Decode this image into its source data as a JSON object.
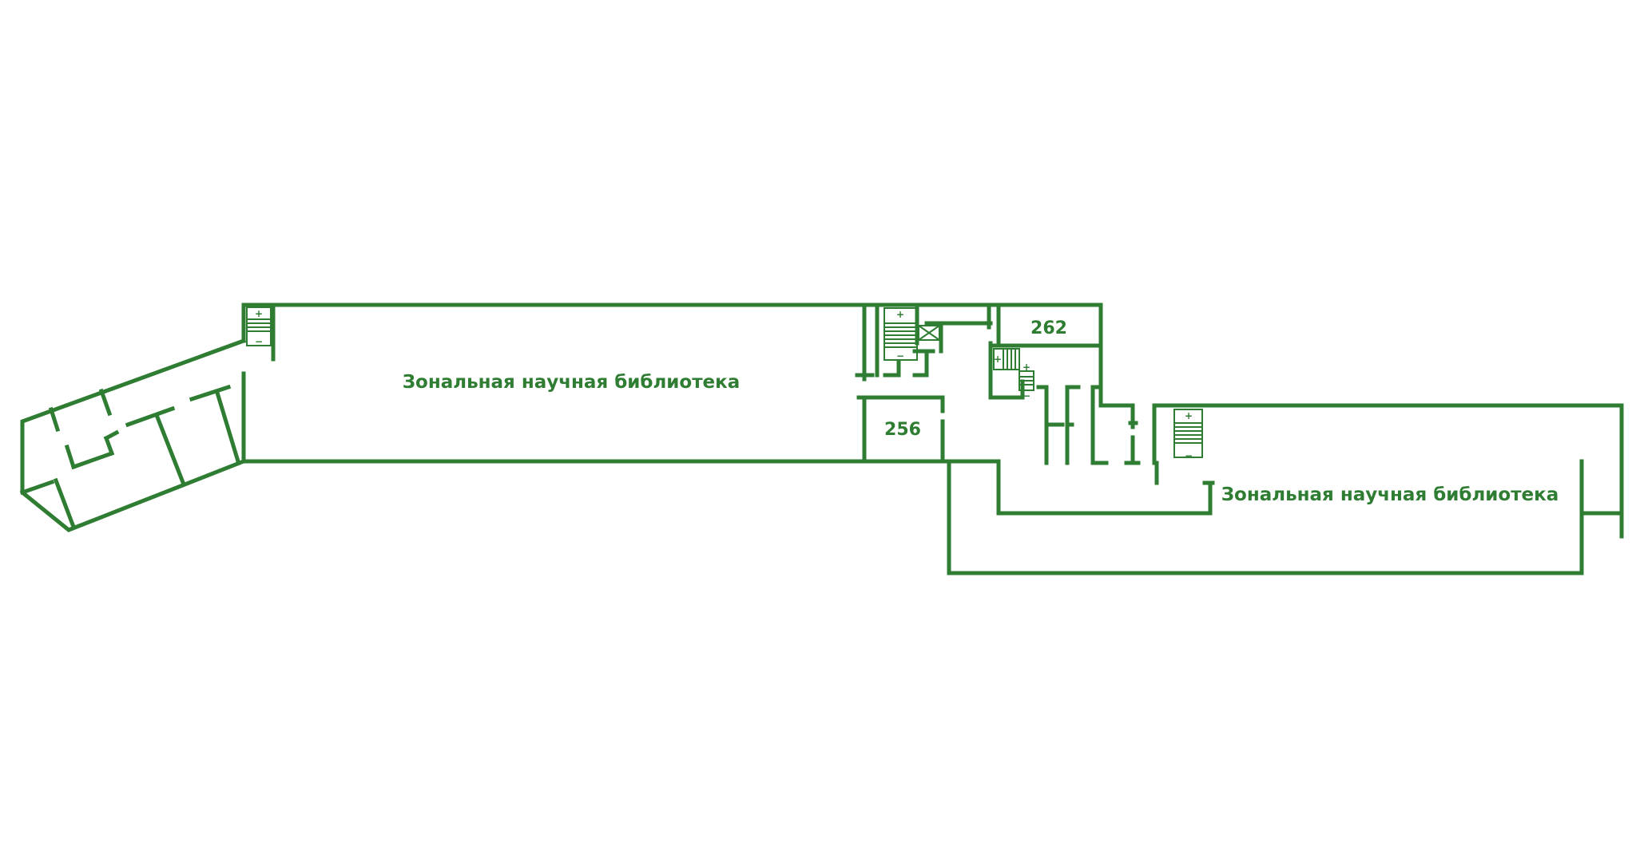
{
  "map": {
    "plan_color": "#2e7d32",
    "rooms": [
      {
        "key": "library_west",
        "label": "Зональная научная библиотека"
      },
      {
        "key": "library_east",
        "label": "Зональная научная библиотека"
      },
      {
        "key": "room_262",
        "label": "262"
      },
      {
        "key": "room_256",
        "label": "256"
      }
    ],
    "stair_signs": {
      "up": "+",
      "down": "−"
    }
  }
}
